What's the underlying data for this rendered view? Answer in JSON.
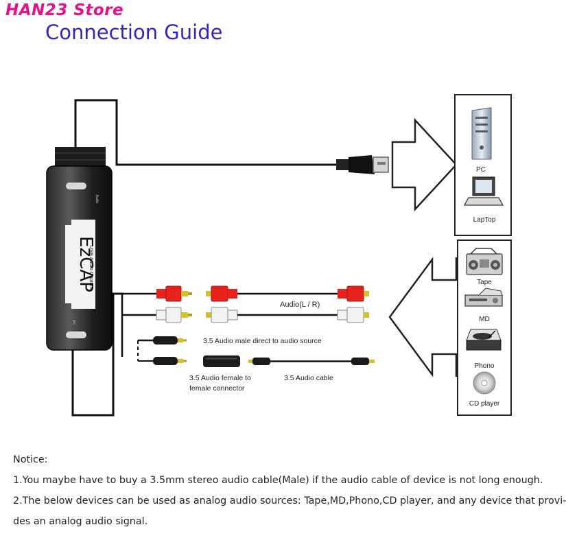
{
  "header": {
    "store_name": "HAN23 Store",
    "title": "Connection Guide"
  },
  "device": {
    "brand": "EzCAP",
    "subtitle": "USB Audio Capture",
    "top_label": "Audio",
    "bottom_label": "PC"
  },
  "computers": {
    "pc_label": "PC",
    "laptop_label": "LapTop"
  },
  "sources": {
    "tape_label": "Tape",
    "md_label": "MD",
    "phono_label": "Phono",
    "cd_label": "CD player"
  },
  "cables": {
    "rca_label": "Audio(L / R)",
    "male_label": "3.5 Audio male direct to audio source",
    "female_label_line1": "3.5 Audio female to",
    "female_label_line2": "female connector",
    "cable_label": "3.5 Audio cable"
  },
  "colors": {
    "store": "#e8108a",
    "title": "#3a1fc7",
    "rca_red": "#e8231d",
    "rca_white": "#f2f2f2",
    "gold_tip": "#d8c02a"
  },
  "notice": {
    "heading": "Notice:",
    "item1": "1.You maybe have to buy a 3.5mm stereo audio cable(Male) if the audio cable of device is not long enough.",
    "item2_line1": "2.The below devices can be used as analog audio sources: Tape,MD,Phono,CD player, and any device that provi-",
    "item2_line2": "des an analog audio signal."
  }
}
